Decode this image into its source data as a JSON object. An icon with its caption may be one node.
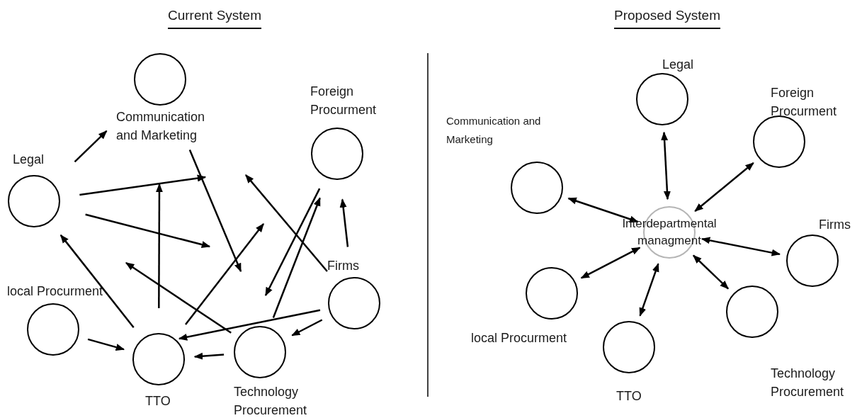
{
  "diagram": {
    "nodes": [
      {
        "text": [],
        "shape": "circle",
        "beside": [
          "Communication and Marketing"
        ]
      },
      {
        "text": [],
        "shape": "circle",
        "beside": [
          "Legal"
        ]
      },
      {
        "text": [],
        "shape": "circle",
        "beside": [
          "Foreign Procurment"
        ]
      },
      {
        "text": [],
        "shape": "circle",
        "beside": [
          "local Procurment"
        ]
      },
      {
        "text": [],
        "shape": "circle",
        "beside": [
          "TTO"
        ]
      },
      {
        "text": [],
        "shape": "circle",
        "beside": [
          "Technology Procurement"
        ]
      },
      {
        "text": [],
        "shape": "circle",
        "beside": [
          "Firms"
        ]
      },
      {
        "text": [
          "Interdepartmental managment"
        ]
      },
      {
        "text": [],
        "shape": "circle",
        "beside": [
          "Legal"
        ]
      },
      {
        "text": [],
        "shape": "circle",
        "beside": [
          "Foreign Procurment"
        ]
      },
      {
        "text": [],
        "shape": "circle",
        "beside": [
          "Communication and Marketing"
        ]
      },
      {
        "text": [],
        "shape": "circle",
        "beside": [
          "Firms"
        ]
      },
      {
        "text": [],
        "shape": "circle",
        "beside": [
          "local Procurment"
        ]
      },
      {
        "text": [],
        "shape": "circle",
        "beside": [
          "Technology Procurement"
        ]
      },
      {
        "text": [],
        "shape": "circle",
        "beside": [
          "TTO"
        ]
      }
    ],
    "edges": [
      {
        "from": 1,
        "to": 0,
        "arrow": "to"
      },
      {
        "from": 1,
        "to": null,
        "arrow": "to"
      },
      {
        "from": 1,
        "to": null,
        "arrow": "to"
      },
      {
        "from": 4,
        "to": null,
        "arrow": "to"
      },
      {
        "from": 4,
        "to": 1,
        "arrow": "to"
      },
      {
        "from": 4,
        "to": null,
        "arrow": "to"
      },
      {
        "from": 0,
        "to": null,
        "arrow": "to"
      },
      {
        "from": 2,
        "to": null,
        "arrow": "to"
      },
      {
        "from": 5,
        "to": 2,
        "arrow": "to"
      },
      {
        "from": 6,
        "to": null,
        "arrow": "to"
      },
      {
        "from": 6,
        "to": 2,
        "arrow": "to"
      },
      {
        "from": 6,
        "to": 4,
        "arrow": "to"
      },
      {
        "from": 6,
        "to": 5,
        "arrow": "to"
      },
      {
        "from": 5,
        "to": null,
        "arrow": "to"
      },
      {
        "from": 5,
        "to": 4,
        "arrow": "to"
      },
      {
        "from": 3,
        "to": 4,
        "arrow": "to"
      },
      {
        "from": 7,
        "to": 8,
        "arrow": "both"
      },
      {
        "from": 7,
        "to": 9,
        "arrow": "both"
      },
      {
        "from": 7,
        "to": 10,
        "arrow": "both"
      },
      {
        "from": 7,
        "to": 11,
        "arrow": "both"
      },
      {
        "from": 7,
        "to": 12,
        "arrow": "both"
      },
      {
        "from": 7,
        "to": 13,
        "arrow": "both"
      },
      {
        "from": 7,
        "to": 14,
        "arrow": "both"
      }
    ],
    "labels": [
      "Current System",
      "Proposed System"
    ]
  }
}
